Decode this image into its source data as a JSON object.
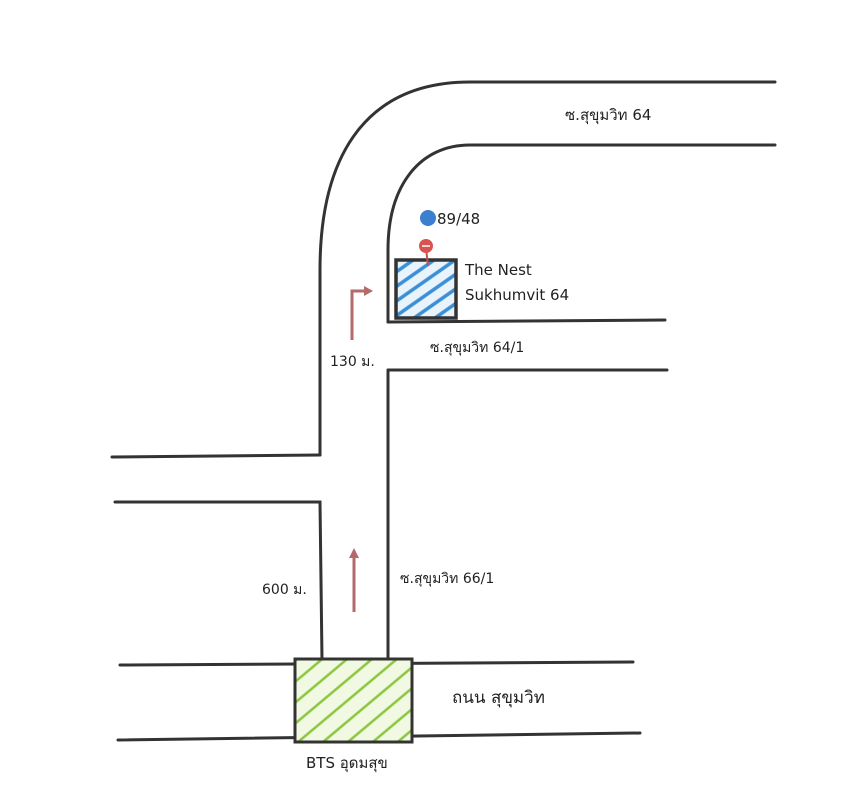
{
  "map": {
    "roads": {
      "soi_64": "ซ.สุขุมวิท 64",
      "soi_64_1": "ซ.สุขุมวิท 64/1",
      "soi_66_1": "ซ.สุขุมวิท 66/1",
      "sukhumvit_road": "ถนน สุขุมวิท"
    },
    "distances": {
      "first_leg": "600 ม.",
      "second_leg": "130 ม."
    },
    "landmarks": {
      "address_marker": "89/48",
      "destination_line1": "The Nest",
      "destination_line2": "Sukhumvit 64",
      "station": "BTS อุดมสุข"
    },
    "colors": {
      "arrow": "#b46a6a",
      "destination_hatch": "#3b8fd6",
      "station_hatch": "#8cc63f",
      "address_dot": "#3a7fd0",
      "pin": "#d9534f"
    }
  }
}
